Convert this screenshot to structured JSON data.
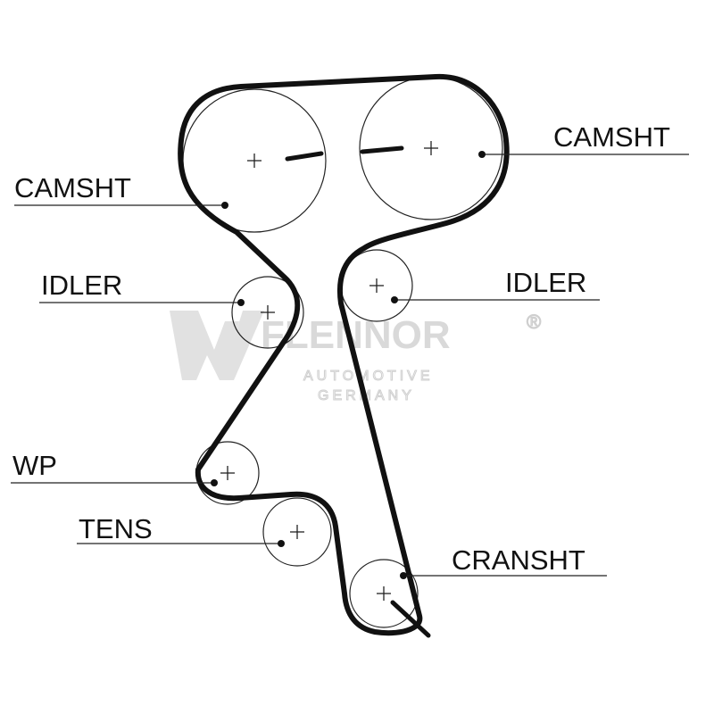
{
  "labels": {
    "camshaft_left": "CAMSHT",
    "camshaft_right": "CAMSHT",
    "idler_left": "IDLER",
    "idler_right": "IDLER",
    "water_pump": "WP",
    "tensioner": "TENS",
    "crankshaft": "CRANSHT"
  },
  "watermark": {
    "brand": "FLENNOR",
    "line1": "AUTOMOTIVE",
    "line2": "GERMANY",
    "registered": "®"
  },
  "colors": {
    "ink": "#111111",
    "watermark": "#d9d9d9",
    "background": "#ffffff"
  }
}
